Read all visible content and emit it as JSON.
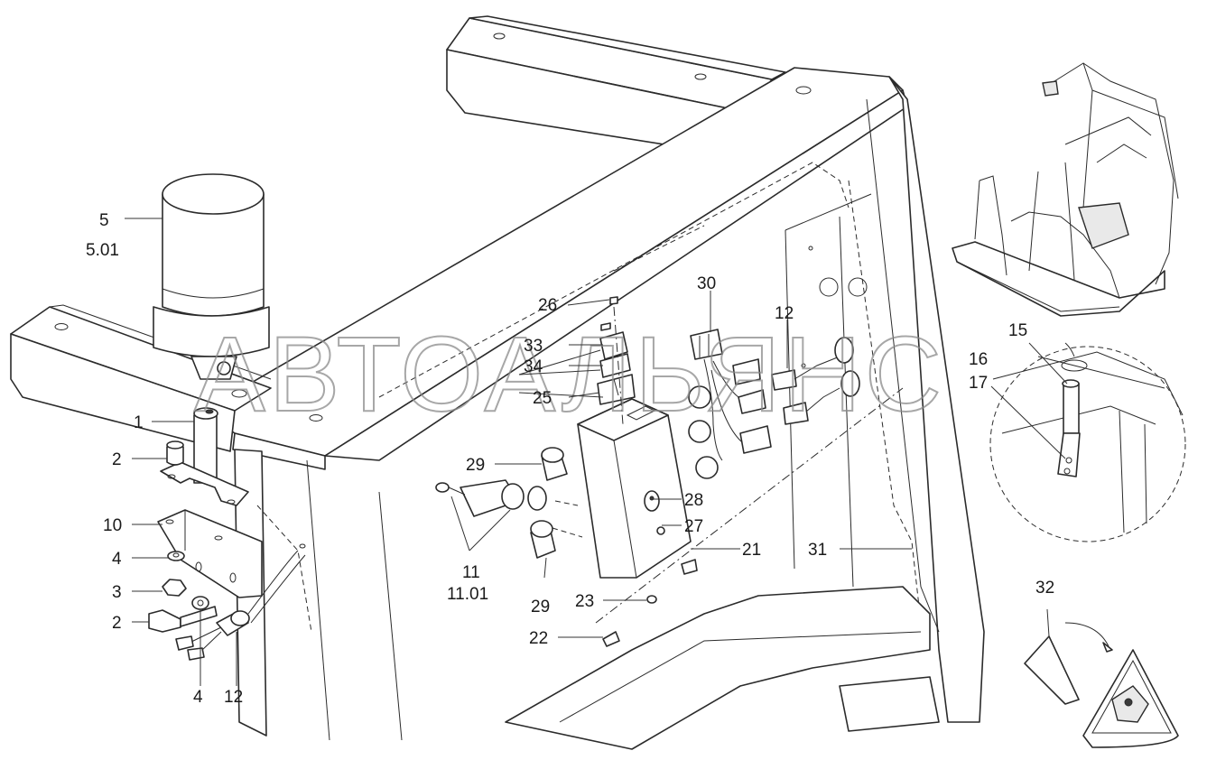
{
  "watermark": "АВТОАЛЬЯНС",
  "callouts": {
    "c1": "1",
    "c2a": "2",
    "c2b": "2",
    "c3": "3",
    "c4a": "4",
    "c4b": "4",
    "c5": "5",
    "c501": "5.01",
    "c10": "10",
    "c11": "11",
    "c1101": "11.01",
    "c12a": "12",
    "c12b": "12",
    "c15": "15",
    "c16": "16",
    "c17": "17",
    "c21": "21",
    "c22": "22",
    "c23": "23",
    "c25": "25",
    "c26": "26",
    "c27": "27",
    "c28": "28",
    "c29a": "29",
    "c29b": "29",
    "c30": "30",
    "c31": "31",
    "c32": "32",
    "c33": "33",
    "c34": "34"
  }
}
